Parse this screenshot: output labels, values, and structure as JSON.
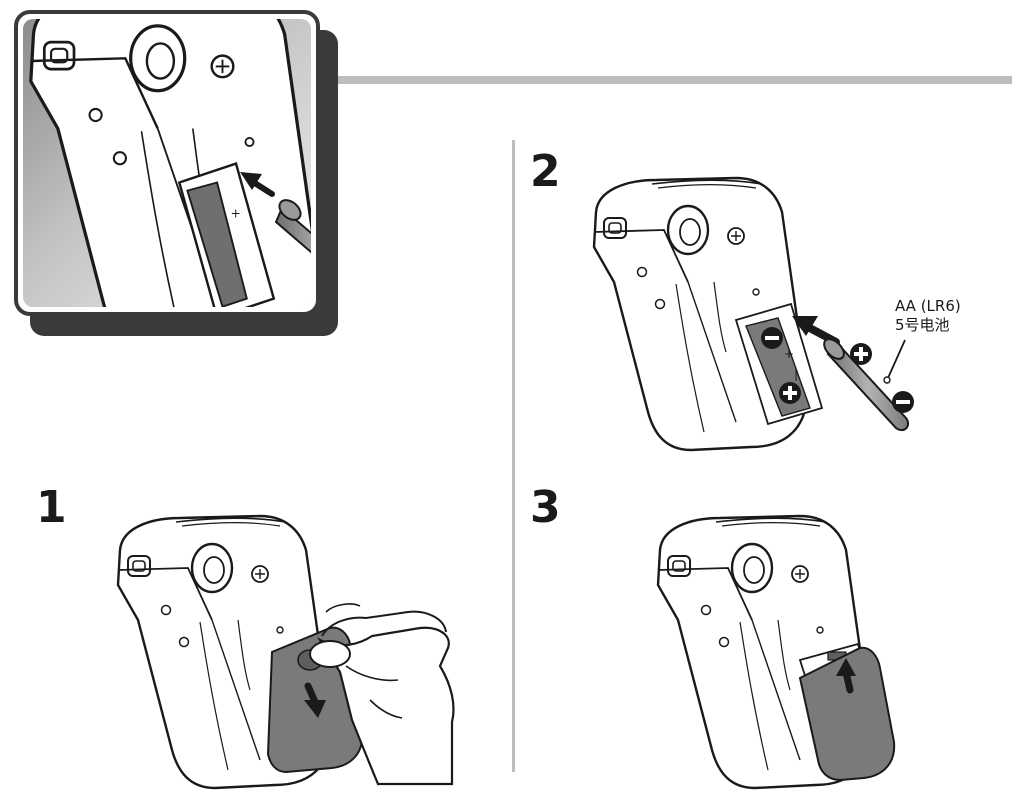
{
  "steps": {
    "step1": "1",
    "step2": "2",
    "step3": "3"
  },
  "battery": {
    "type": "AA (LR6)",
    "type_cn": "5号电池"
  },
  "icons": {
    "plus": "plus-terminal-icon",
    "minus": "minus-terminal-icon",
    "arrow": "insert-arrow-icon"
  },
  "colors": {
    "inset_frame": "#3a3a3a",
    "inset_bg": "#a9a9a9",
    "rule": "#bdbdbd",
    "camera_fill": "#ffffff",
    "line": "#1a1a1a",
    "lid": "#7a7a7a",
    "battery": "#8f8f8f"
  }
}
